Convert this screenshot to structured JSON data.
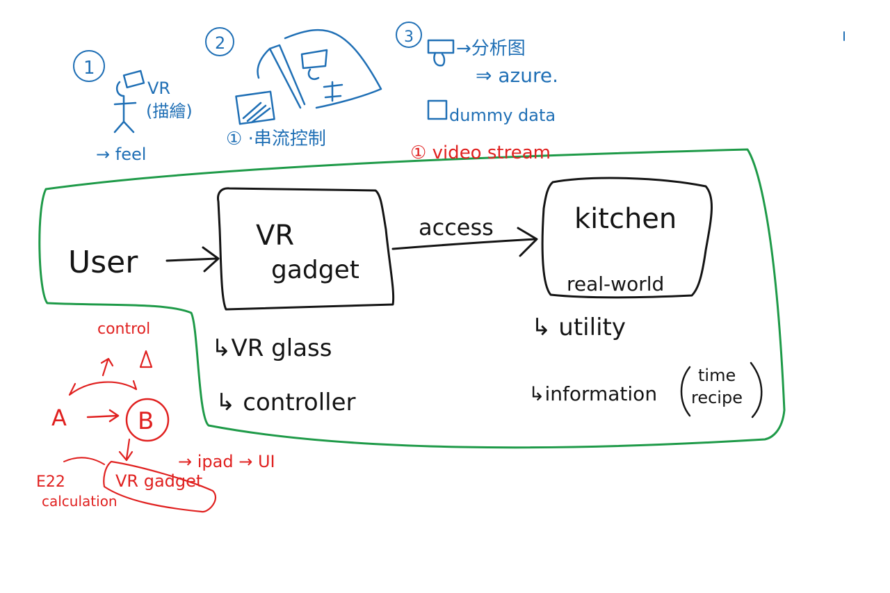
{
  "colors": {
    "ink": "#141414",
    "blue": "#1f6fb5",
    "red": "#e0201f",
    "green": "#1e9a48"
  },
  "main": {
    "user": "User",
    "gadget": [
      "VR",
      "gadget"
    ],
    "arrow_label": "access",
    "kitchen": "kitchen",
    "kitchen_sub": "real-world",
    "gadget_items": [
      "↳VR glass",
      "↳ controller"
    ],
    "kitchen_items": [
      "↳ utility",
      "↳information"
    ],
    "info_details": [
      "time",
      "recipe"
    ]
  },
  "notes_blue": {
    "n1_num": "1",
    "n1_label": [
      "VR",
      "(描繪)"
    ],
    "n1_feel": "→ feel",
    "n2_num": "2",
    "n2_caption": "① ·串流控制",
    "n3_num": "3",
    "n3_label": "→分析图",
    "n3_azure": "⇒ azure.",
    "n3_dummy": "dummy data"
  },
  "notes_red": {
    "video": "① video stream",
    "control": "control",
    "a_node": "A",
    "b_node": "B",
    "ipad": "→ ipad → UI",
    "vr_gadget": "VR gadget",
    "e_label": "E22",
    "e_sub": "calculation"
  }
}
